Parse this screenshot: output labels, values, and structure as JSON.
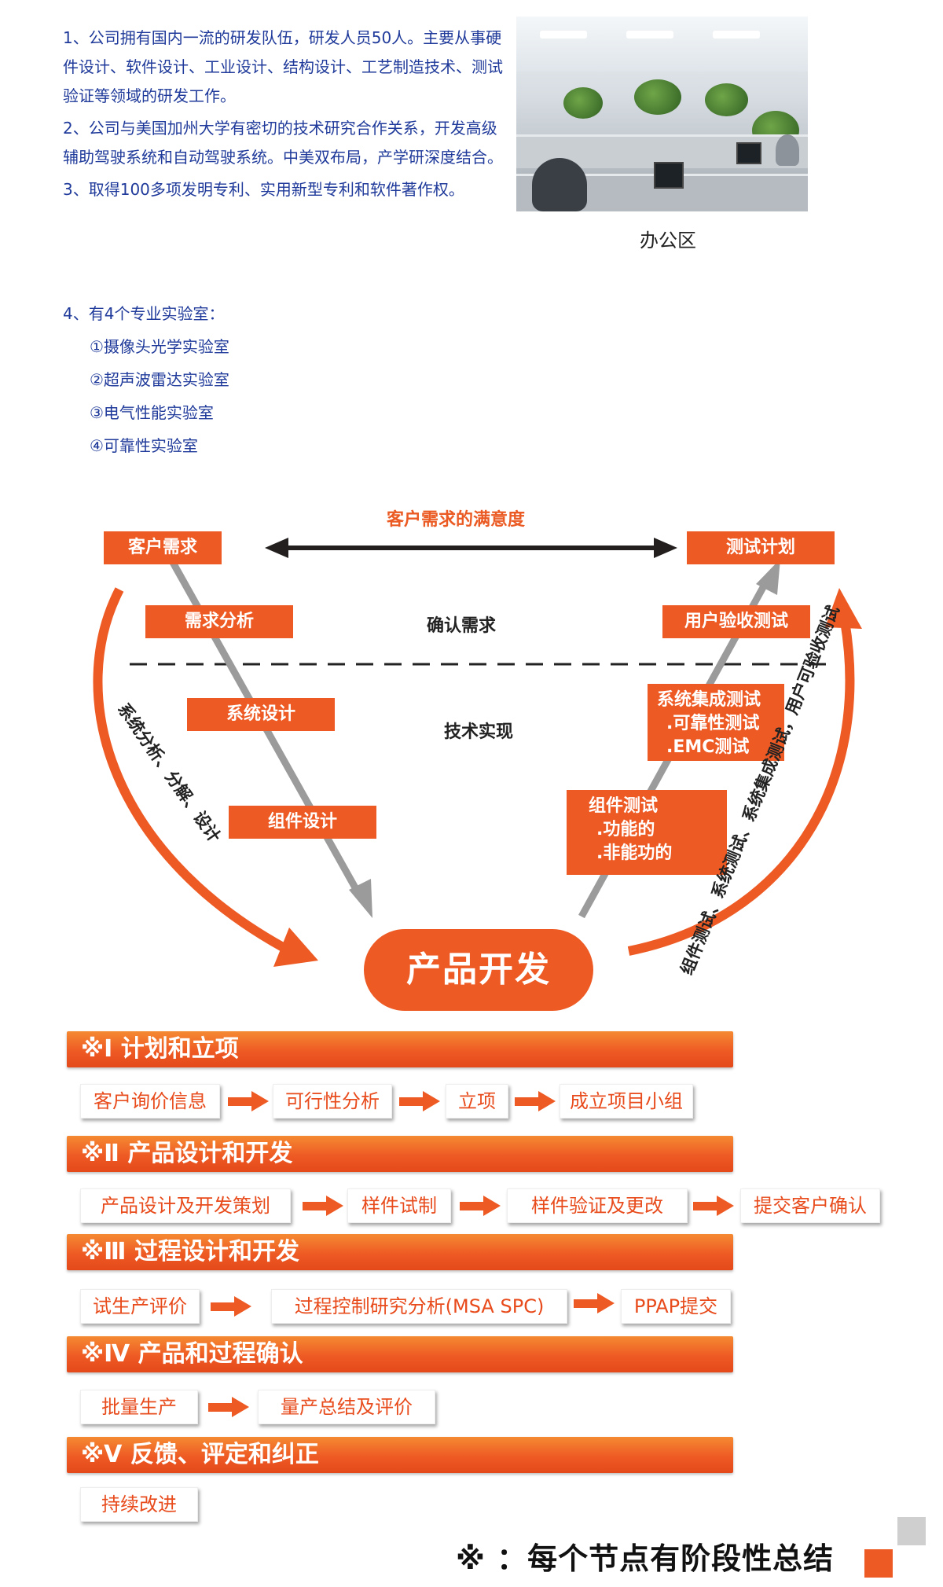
{
  "intro": {
    "p1": "1、公司拥有国内一流的研发队伍，研发人员50人。主要从事硬件设计、软件设计、工业设计、结构设计、工艺制造技术、测试验证等领域的研发工作。",
    "p2": "2、公司与美国加州大学有密切的技术研究合作关系，开发高级辅助驾驶系统和自动驾驶系统。中美双布局，产学研深度结合。",
    "p3": "3、取得100多项发明专利、实用新型专利和软件著作权。",
    "p4": "4、有4个专业实验室：",
    "labs": [
      "①摄像头光学实验室",
      "②超声波雷达实验室",
      "③电气性能实验室",
      "④可靠性实验室"
    ]
  },
  "photo": {
    "caption": "办公区"
  },
  "vmodel": {
    "satisfaction": "客户需求的满意度",
    "customer_need": "客户需求",
    "test_plan": "测试计划",
    "req_analysis": "需求分析",
    "confirm_req": "确认需求",
    "user_acceptance": "用户验收测试",
    "system_design": "系统设计",
    "tech_impl": "技术实现",
    "sys_integration": [
      "系统集成测试",
      ".可靠性测试",
      ".EMC测试"
    ],
    "component_design": "组件设计",
    "component_test": [
      "组件测试",
      ".功能的",
      ".非能功的"
    ],
    "product_dev": "产品开发",
    "left_curve": "系统分析、分解、设计",
    "right_curve": "组件测试、系统测试、系统集成测试，用户可验收测试"
  },
  "phases": [
    {
      "title": "※Ⅰ  计划和立项",
      "steps": [
        "客户询价信息",
        "可行性分析",
        "立项",
        "成立项目小组"
      ]
    },
    {
      "title": "※Ⅱ  产品设计和开发",
      "steps": [
        "产品设计及开发策划",
        "样件试制",
        "样件验证及更改",
        "提交客户确认"
      ]
    },
    {
      "title": "※Ⅲ  过程设计和开发",
      "steps": [
        "试生产评价",
        "过程控制研究分析(MSA SPC)",
        "PPAP提交"
      ]
    },
    {
      "title": "※Ⅳ  产品和过程确认",
      "steps": [
        "批量生产",
        "量产总结及评价"
      ]
    },
    {
      "title": "※Ⅴ  反馈、评定和纠正",
      "steps": [
        "持续改进"
      ]
    }
  ],
  "footer": "※ ：每个节点有阶段性总结",
  "colors": {
    "accent": "#ee5a24",
    "text_blue": "#1f3a9a"
  }
}
